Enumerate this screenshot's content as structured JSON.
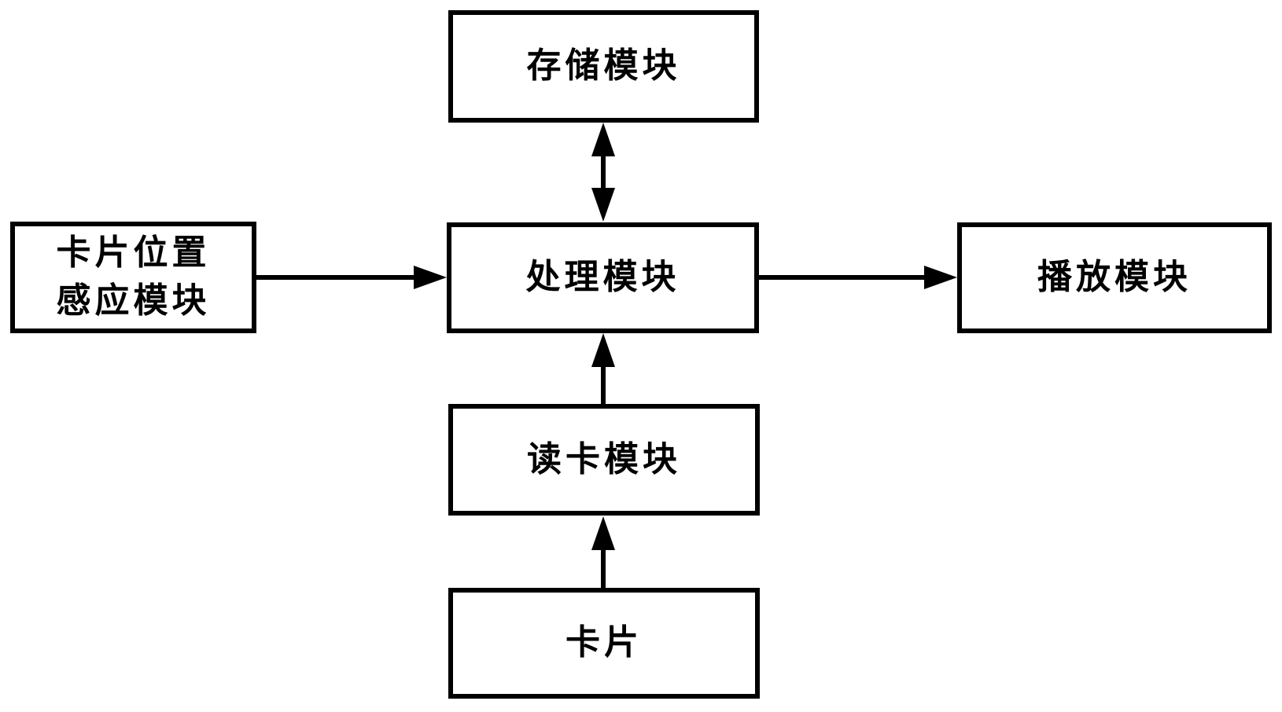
{
  "diagram": {
    "type": "block-diagram",
    "background_color": "#ffffff",
    "line_color": "#000000",
    "boxes": {
      "storage": {
        "label": "存储模块"
      },
      "card_position": {
        "line1": "卡片位置",
        "line2": "感应模块"
      },
      "processing": {
        "label": "处理模块"
      },
      "playback": {
        "label": "播放模块"
      },
      "card_reader": {
        "label": "读卡模块"
      },
      "card": {
        "label": "卡片"
      }
    },
    "connections": [
      {
        "from": "storage",
        "to": "processing",
        "direction": "bidirectional"
      },
      {
        "from": "card_position",
        "to": "processing",
        "direction": "one-way"
      },
      {
        "from": "processing",
        "to": "playback",
        "direction": "one-way"
      },
      {
        "from": "card_reader",
        "to": "processing",
        "direction": "one-way"
      },
      {
        "from": "card",
        "to": "card_reader",
        "direction": "one-way"
      }
    ]
  }
}
